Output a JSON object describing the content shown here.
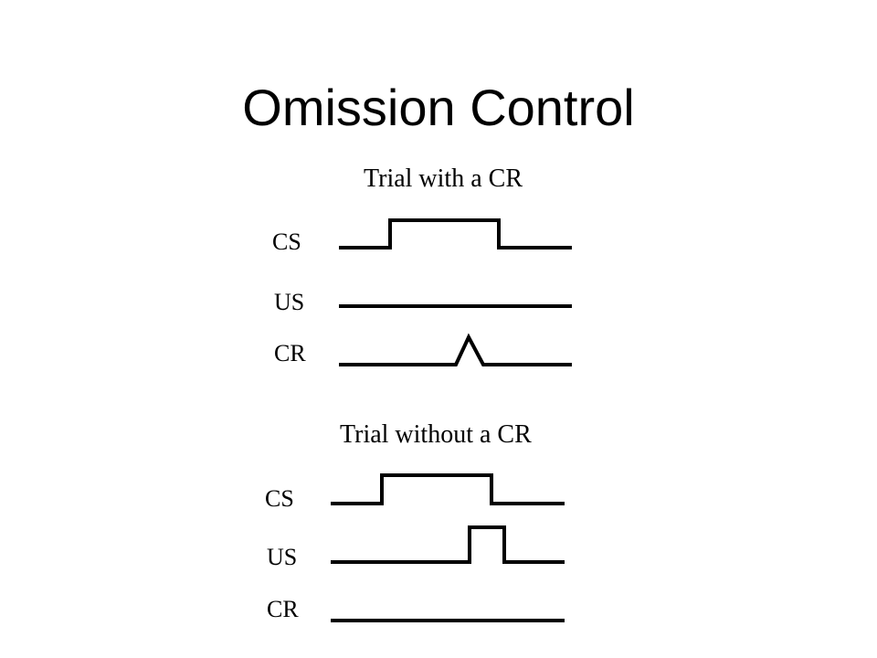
{
  "slide": {
    "title": "Omission Control"
  },
  "panels": [
    {
      "caption": "Trial with a CR",
      "rows": [
        {
          "label": "CS",
          "signal": "rectangular pulse"
        },
        {
          "label": "US",
          "signal": "flat"
        },
        {
          "label": "CR",
          "signal": "spike"
        }
      ]
    },
    {
      "caption": "Trial without a CR",
      "rows": [
        {
          "label": "CS",
          "signal": "rectangular pulse"
        },
        {
          "label": "US",
          "signal": "short rectangular pulse"
        },
        {
          "label": "CR",
          "signal": "flat"
        }
      ]
    }
  ]
}
